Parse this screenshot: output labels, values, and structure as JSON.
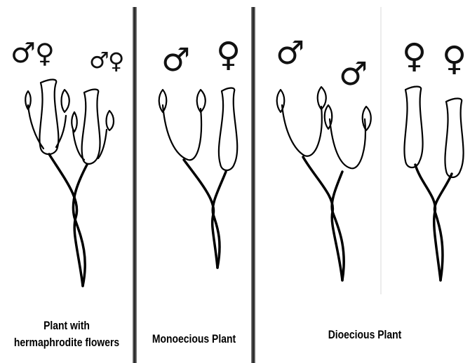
{
  "panels": [
    {
      "caption_lines": [
        "Plant with",
        "hermaphrodite flowers"
      ],
      "symbols": [
        "♂",
        "♀",
        "♂",
        "♀"
      ]
    },
    {
      "caption_lines": [
        "Monoecious Plant"
      ],
      "symbols": [
        "♂",
        "♀"
      ]
    },
    {
      "caption_lines": [
        "Dioecious Plant"
      ],
      "symbols": [
        "♂",
        "♂",
        "♀",
        "♀"
      ]
    }
  ]
}
